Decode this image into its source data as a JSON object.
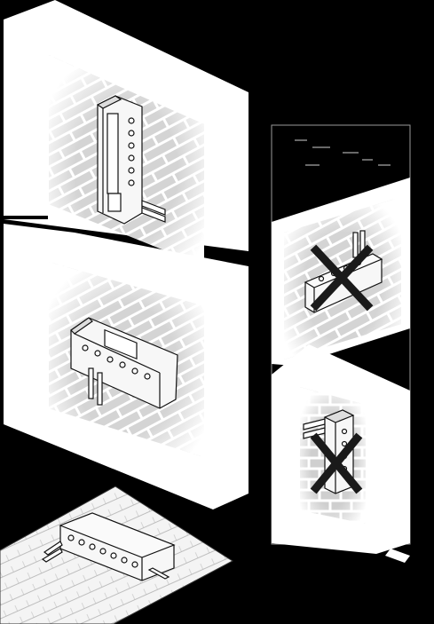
{
  "figure": {
    "panels": [
      {
        "id": "wall-vertical",
        "status": "allowed"
      },
      {
        "id": "wall-horizontal",
        "status": "allowed"
      },
      {
        "id": "floor-horizontal",
        "status": "allowed"
      },
      {
        "id": "wall-horizontal-ports-up",
        "status": "not-allowed"
      },
      {
        "id": "wall-vertical-ports-up",
        "status": "not-allowed"
      }
    ],
    "colors": {
      "background": "#000000",
      "panel": "#ffffff",
      "brick": "#d6d6d6",
      "mortar": "#ffffff",
      "wood": "#f2f2f2",
      "device_fill": "#f7f7f7",
      "device_stroke": "#111111",
      "cross": "#1a1a1a",
      "frame": "#9a9a9a"
    },
    "icons": [
      "brick-wall-icon",
      "wooden-floor-icon",
      "device-box-icon",
      "prohibited-cross-icon"
    ]
  }
}
